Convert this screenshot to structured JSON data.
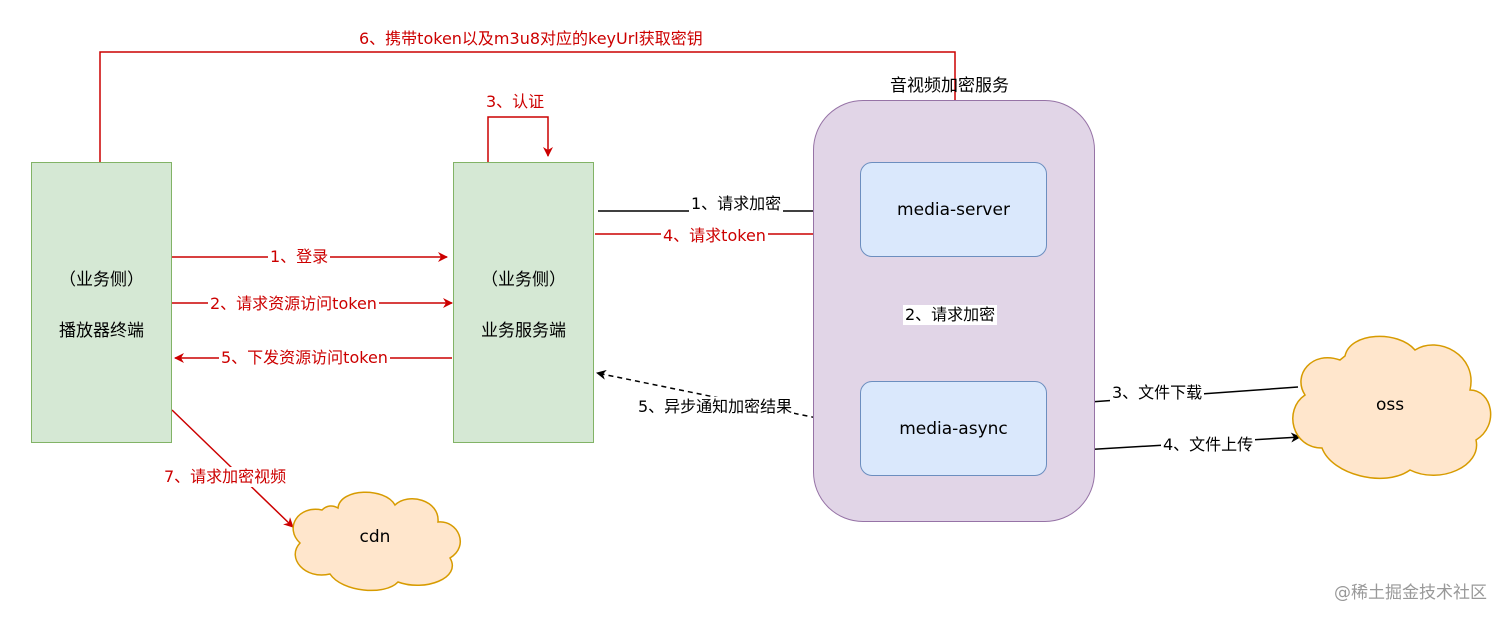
{
  "nodes": {
    "player": {
      "line1": "（业务侧）",
      "line2": "播放器终端"
    },
    "business": {
      "line1": "（业务侧）",
      "line2": "业务服务端"
    },
    "service_group": {
      "title": "音视频加密服务"
    },
    "media_server": {
      "label": "media-server"
    },
    "media_async": {
      "label": "media-async"
    },
    "oss": {
      "label": "oss"
    },
    "cdn": {
      "label": "cdn"
    }
  },
  "edges": {
    "key_fetch": "6、携带token以及m3u8对应的keyUrl获取密钥",
    "auth": "3、认证",
    "login": "1、登录",
    "req_access_token": "2、请求资源访问token",
    "issue_access_token": "5、下发资源访问token",
    "req_encrypt_video": "7、请求加密视频",
    "req_encrypt": "1、请求加密",
    "req_token": "4、请求token",
    "req_encrypt_async": "2、请求加密",
    "async_notify": "5、异步通知加密结果",
    "file_download": "3、文件下载",
    "file_upload": "4、文件上传"
  },
  "colors": {
    "red": "#cc0000",
    "green_fill": "#d5e8d4",
    "blue_fill": "#dae8fc",
    "purple_fill": "#e1d5e7",
    "cloud_fill": "#ffe6cc"
  },
  "watermark": "@稀土掘金技术社区"
}
